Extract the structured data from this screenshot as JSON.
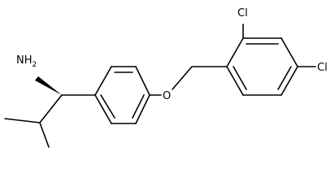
{
  "molecule": {
    "atoms": {
      "amine": "NH",
      "amine_subscript": "2",
      "ether_oxygen": "O",
      "chlorine_ortho": "Cl",
      "chlorine_para": "Cl"
    },
    "colors": {
      "bond": "#000000",
      "label": "#000000",
      "background": "#ffffff"
    }
  }
}
